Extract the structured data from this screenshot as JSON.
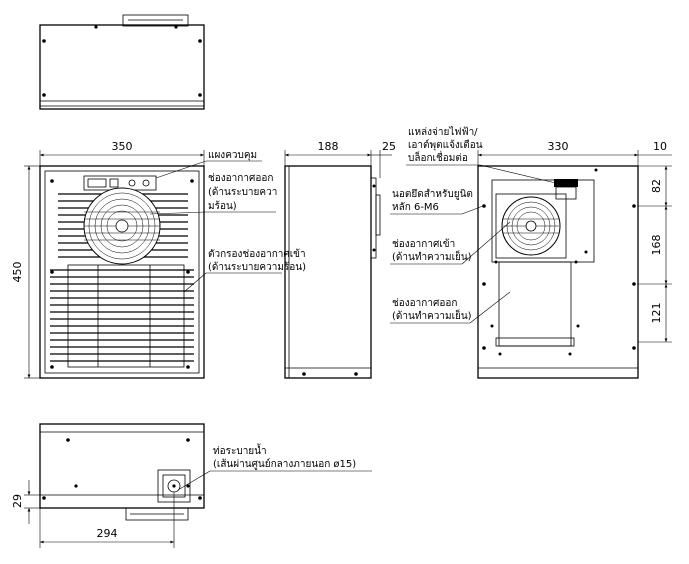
{
  "dimensions": {
    "front_width": "350",
    "front_height": "450",
    "side_depth": "188",
    "side_flange": "25",
    "back_width": "330",
    "back_offset": "10",
    "back_top": "82",
    "back_middle": "168",
    "back_bottom": "121",
    "bottom_drain_height": "29",
    "bottom_drain_offset": "294"
  },
  "labels": {
    "control_panel": "แผงควบคุม",
    "hot_outlet_line1": "ช่องอากาศออก",
    "hot_outlet_line2": "(ด้านระบายควา",
    "hot_outlet_line3": "มร้อน)",
    "hot_inlet_line1": "ตัวกรองช่องอากาศเข้า",
    "hot_inlet_line2": "(ด้านระบายความร้อน)",
    "power_line1": "แหล่งจ่ายไฟฟ้า/",
    "power_line2": "เอาต์พุตแจ้งเตือน",
    "power_line3": "บล็อกเชื่อมต่อ",
    "bolt_line1": "นอตยึดสำหรับยูนิต",
    "bolt_line2": "หลัก 6-M6",
    "cold_inlet_line1": "ช่องอากาศเข้า",
    "cold_inlet_line2": "(ด้านทำความเย็น)",
    "cold_outlet_line1": "ช่องอากาศออก",
    "cold_outlet_line2": "(ด้านทำความเย็น)",
    "drain_line1": "ท่อระบายน้ำ",
    "drain_line2": "(เส้นผ่านศูนย์กลางภายนอก ø15)"
  },
  "icons": [
    "control-panel-icon",
    "fan-icon",
    "drain-pipe-icon"
  ]
}
